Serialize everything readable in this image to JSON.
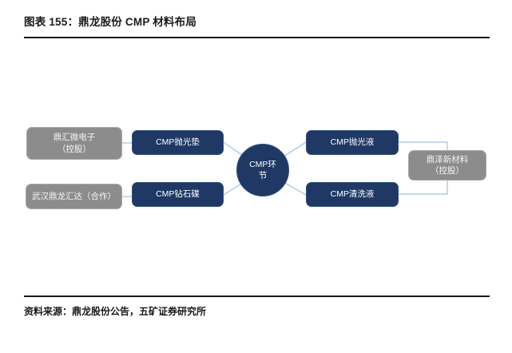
{
  "page": {
    "title": "图表 155：鼎龙股份 CMP 材料布局",
    "source": "资料来源：鼎龙股份公告，五矿证券研究所"
  },
  "colors": {
    "node_navy": "#1f3864",
    "node_gray": "#8c8c8c",
    "connector_blue": "#9dc3e6",
    "rule_black": "#1a1a1a",
    "text_white": "#ffffff"
  },
  "diagram": {
    "center": {
      "label": "CMP环节"
    },
    "partners_left": [
      {
        "line1": "鼎汇微电子",
        "line2": "（控股）"
      },
      {
        "line1": "武汉鼎龙汇达（合作）"
      }
    ],
    "products": [
      {
        "label": "CMP抛光垫"
      },
      {
        "label": "CMP钻石碟"
      },
      {
        "label": "CMP抛光液"
      },
      {
        "label": "CMP清洗液"
      }
    ],
    "partner_right": {
      "line1": "鼎泽新材料",
      "line2": "（控股）"
    }
  }
}
